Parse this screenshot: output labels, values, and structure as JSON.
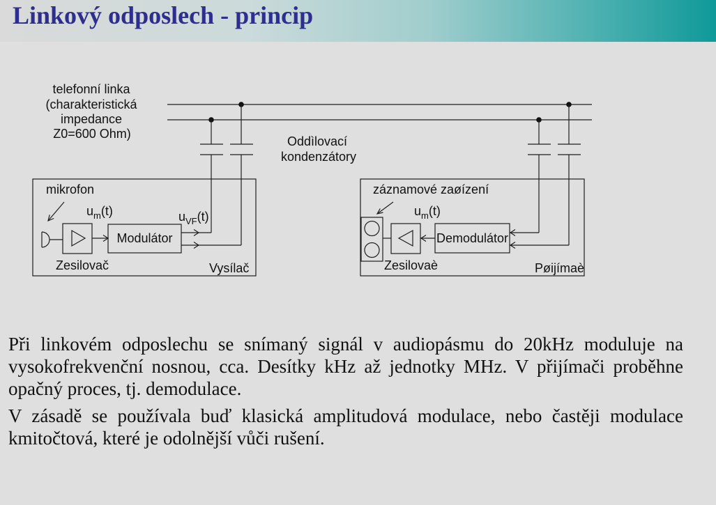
{
  "theme": {
    "title_color": "#2e2e8e",
    "accent": "#0f9999"
  },
  "slide": {
    "title": "Linkový odposlech - princip"
  },
  "diagram": {
    "line_label": [
      "telefonní linka",
      "(charakteristická",
      "impedance",
      "Z0=600 Ohm)"
    ],
    "capacitors_label": [
      "Oddìlovací",
      "kondenzátory"
    ],
    "transmitter": {
      "mic_label": "mikrofon",
      "signal_label": {
        "base": "u",
        "sub": "m",
        "arg": "(t)"
      },
      "amplifier_label": "Zesilovač",
      "modulator_label": "Modulátor",
      "output_label": {
        "base": "u",
        "sub": "VF",
        "arg": "(t)"
      },
      "box_label": "Vysílač"
    },
    "receiver": {
      "recorder_label": "záznamové zaøízení",
      "signal_label": {
        "base": "u",
        "sub": "m",
        "arg": "(t)"
      },
      "amplifier_label": "Zesilovaè",
      "demodulator_label": "Demodulátor",
      "box_label": "Pøijímaè"
    }
  },
  "body": {
    "paragraphs": [
      [
        "Při linkovém odposlechu se snímaný signál v audiopásmu do 20kHz moduluje na",
        "vysokofrekvenční nosnou, cca. Desítky kHz až jednotky MHz. V přijímači proběhne",
        "opačný proces, tj. demodulace."
      ],
      [
        "V zásadě se používala buď klasická amplitudová modulace, nebo častěji modulace",
        "kmitočtová, které je odolnější vůči rušení."
      ]
    ]
  }
}
